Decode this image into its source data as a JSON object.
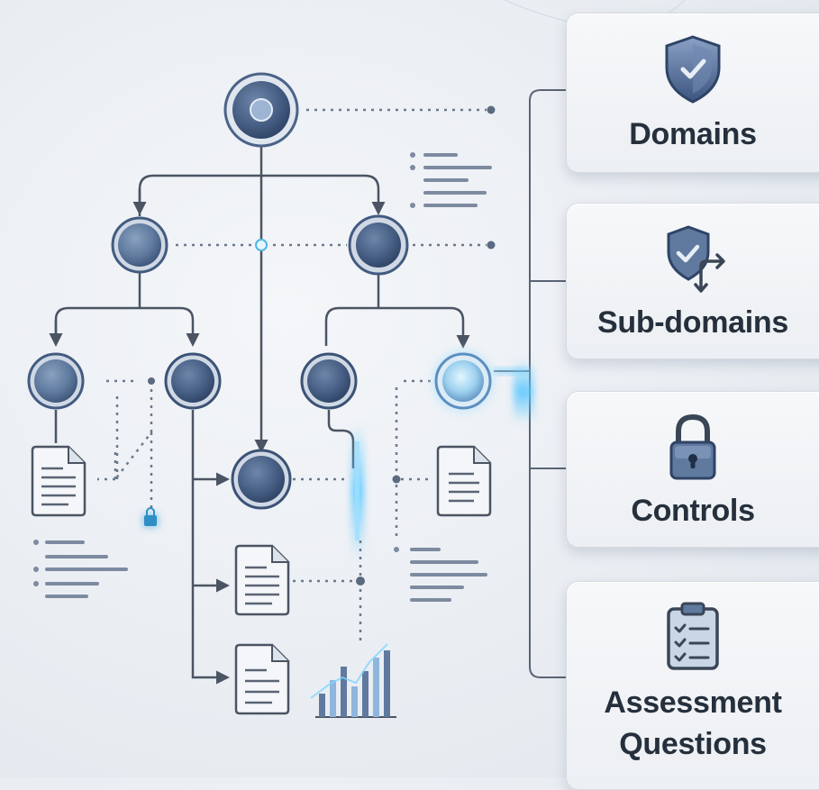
{
  "cards": {
    "domains": {
      "label": "Domains",
      "icon": "shield-check-icon"
    },
    "subdomains": {
      "label": "Sub-domains",
      "icon": "shield-branch-icon"
    },
    "controls": {
      "label": "Controls",
      "icon": "padlock-icon"
    },
    "assessment": {
      "label_line1": "Assessment",
      "label_line2": "Questions",
      "icon": "clipboard-checklist-icon"
    }
  },
  "colors": {
    "node_fill": "#5f7a9e",
    "node_dark": "#3b5275",
    "connector": "#4a5463",
    "accent_glow": "#5cc8ff",
    "card_text": "#25303c"
  }
}
